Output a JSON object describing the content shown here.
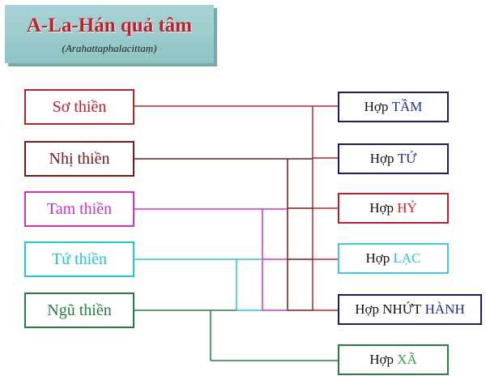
{
  "title": {
    "main": "A-La-Hán quả tâm",
    "sub": "(Arahattaphalacittaṃ)"
  },
  "left_boxes": [
    {
      "label": "Sơ thiền",
      "color": "#c0202a"
    },
    {
      "label": "Nhị thiền",
      "color": "#7a1818"
    },
    {
      "label": "Tam thiền",
      "color": "#d030d0"
    },
    {
      "label": "Tứ thiền",
      "color": "#20c8d8"
    },
    {
      "label": "Ngũ thiền",
      "color": "#208040"
    }
  ],
  "right_boxes": [
    {
      "prefix": "Hợp",
      "key": "TẦM",
      "key_color": "#1a2aa0",
      "border": "#1a1a7a"
    },
    {
      "prefix": "Hợp",
      "key": "TỨ",
      "key_color": "#1a2aa0",
      "border": "#1a1a7a"
    },
    {
      "prefix": "Hợp",
      "key": "HỶ",
      "key_color": "#e02020",
      "border": "#c0202a"
    },
    {
      "prefix": "Hợp",
      "key": "LẠC",
      "key_color": "#20c8e0",
      "border": "#40c8e0"
    },
    {
      "prefix": "Hợp NHỨT",
      "key": "HÀNH",
      "key_color": "#1a2aa0",
      "border": "#1a1a7a"
    },
    {
      "prefix": "Hợp",
      "key": "XÃ",
      "key_color": "#30a040",
      "border": "#208040"
    }
  ]
}
